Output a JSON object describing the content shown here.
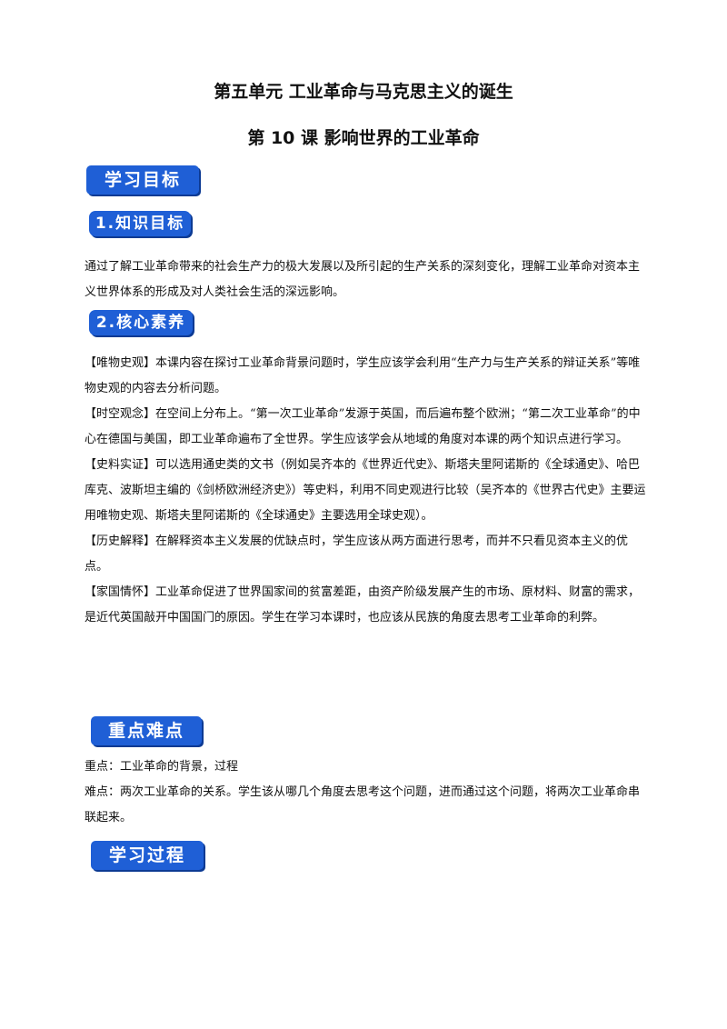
{
  "unit_title": "第五单元  工业革命与马克思主义的诞生",
  "lesson_title": "第 10 课  影响世界的工业革命",
  "badges": {
    "learning_goals": "学习目标",
    "knowledge_goals": "1.知识目标",
    "core_literacy": "2.核心素养",
    "key_points": "重点难点",
    "learning_process": "学习过程"
  },
  "knowledge_text": "通过了解工业革命带来的社会生产力的极大发展以及所引起的生产关系的深刻变化，理解工业革命对资本主义世界体系的形成及对人类社会生活的深远影响。",
  "literacy": [
    {
      "tag": "【唯物史观】",
      "text": "本课内容在探讨工业革命背景问题时，学生应该学会利用“生产力与生产关系的辩证关系”等唯物史观的内容去分析问题。"
    },
    {
      "tag": "【时空观念】",
      "text": "在空间上分布上。“第一次工业革命”发源于英国，而后遍布整个欧洲；“第二次工业革命”的中心在德国与美国，即工业革命遍布了全世界。学生应该学会从地域的角度对本课的两个知识点进行学习。"
    },
    {
      "tag": "【史料实证】",
      "text": "可以选用通史类的文书（例如吴齐本的《世界近代史》、斯塔夫里阿诺斯的《全球通史》、哈巴库克、波斯坦主编的《剑桥欧洲经济史》）等史料，利用不同史观进行比较（吴齐本的《世界古代史》主要运用唯物史观、斯塔夫里阿诺斯的《全球通史》主要选用全球史观）。"
    },
    {
      "tag": "【历史解释】",
      "text": "在解释资本主义发展的优缺点时，学生应该从两方面进行思考，而并不只看见资本主义的优点。"
    },
    {
      "tag": "【家国情怀】",
      "text": "工业革命促进了世界国家间的贫富差距，由资产阶级发展产生的市场、原材料、财富的需求，是近代英国敲开中国国门的原因。学生在学习本课时，也应该从民族的角度去思考工业革命的利弊。"
    }
  ],
  "key_point": "重点：工业革命的背景，过程",
  "difficulty": "难点：两次工业革命的关系。学生该从哪几个角度去思考这个问题，进而通过这个问题，将两次工业革命串联起来。"
}
